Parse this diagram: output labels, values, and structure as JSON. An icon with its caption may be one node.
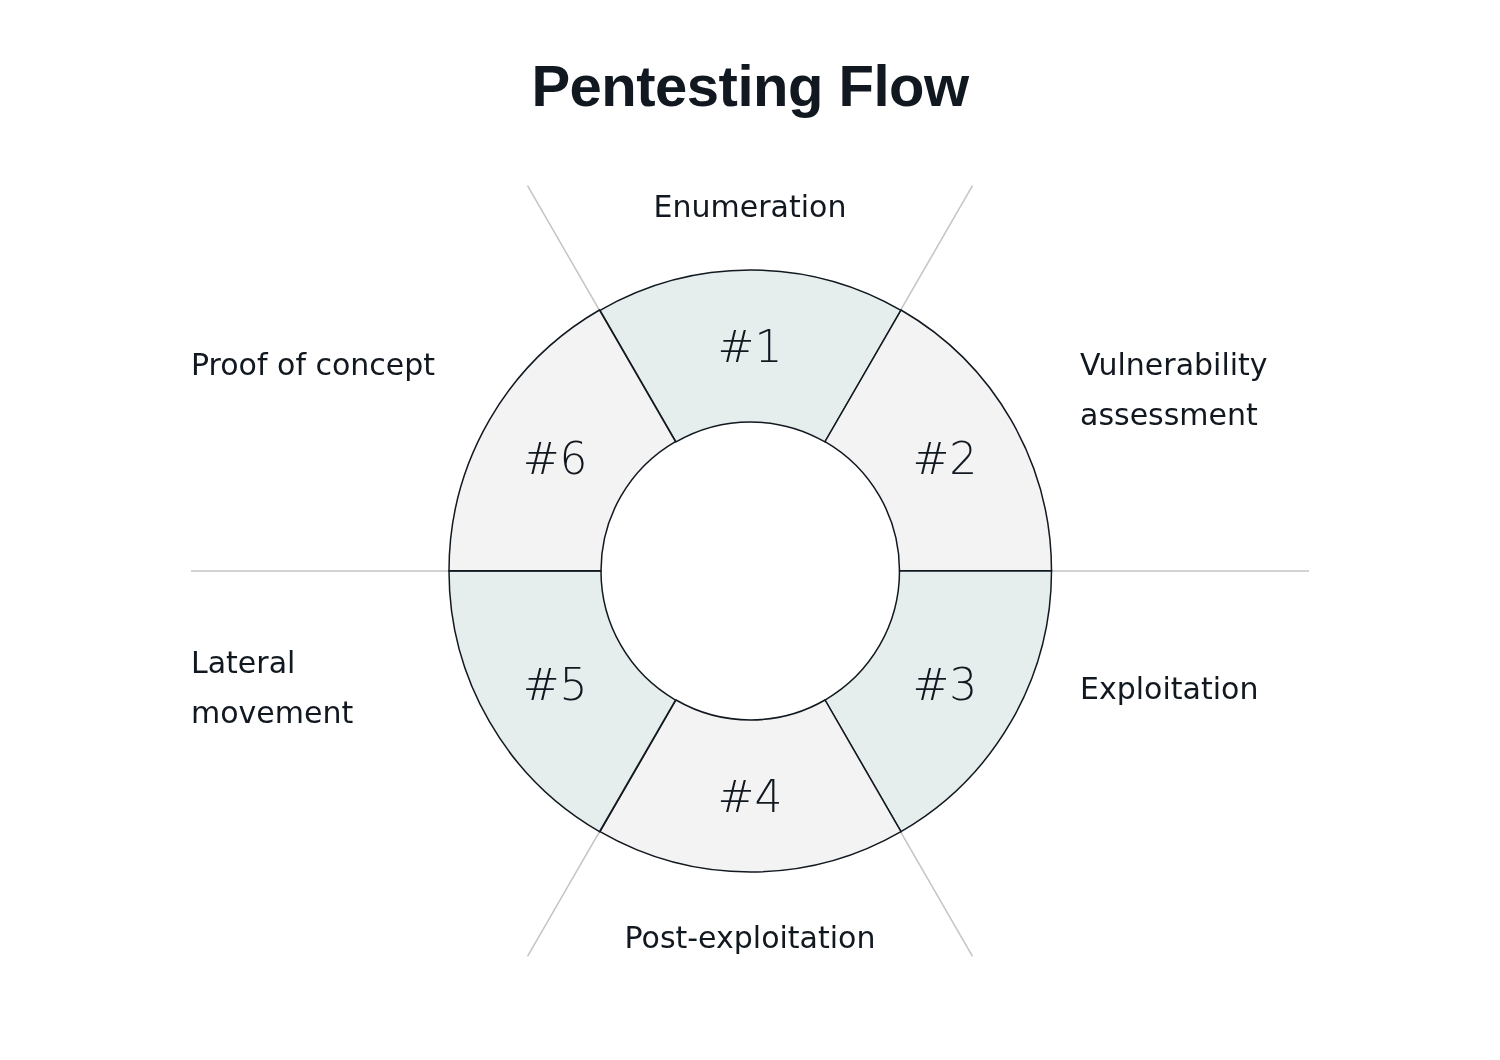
{
  "diagram": {
    "title": "Pentesting Flow",
    "nodes": [
      {
        "text": [
          "#1"
        ],
        "beside": [
          "Enumeration"
        ]
      },
      {
        "text": [
          "#2"
        ],
        "beside": [
          "Vulnerability assessment"
        ]
      },
      {
        "text": [
          "#3"
        ],
        "beside": [
          "Exploitation"
        ]
      },
      {
        "text": [
          "#4"
        ],
        "beside": [
          "Post-exploitation"
        ]
      },
      {
        "text": [
          "#5"
        ],
        "beside": [
          "Lateral movement"
        ]
      },
      {
        "text": [
          "#6"
        ],
        "beside": [
          "Proof of concept"
        ]
      }
    ]
  }
}
